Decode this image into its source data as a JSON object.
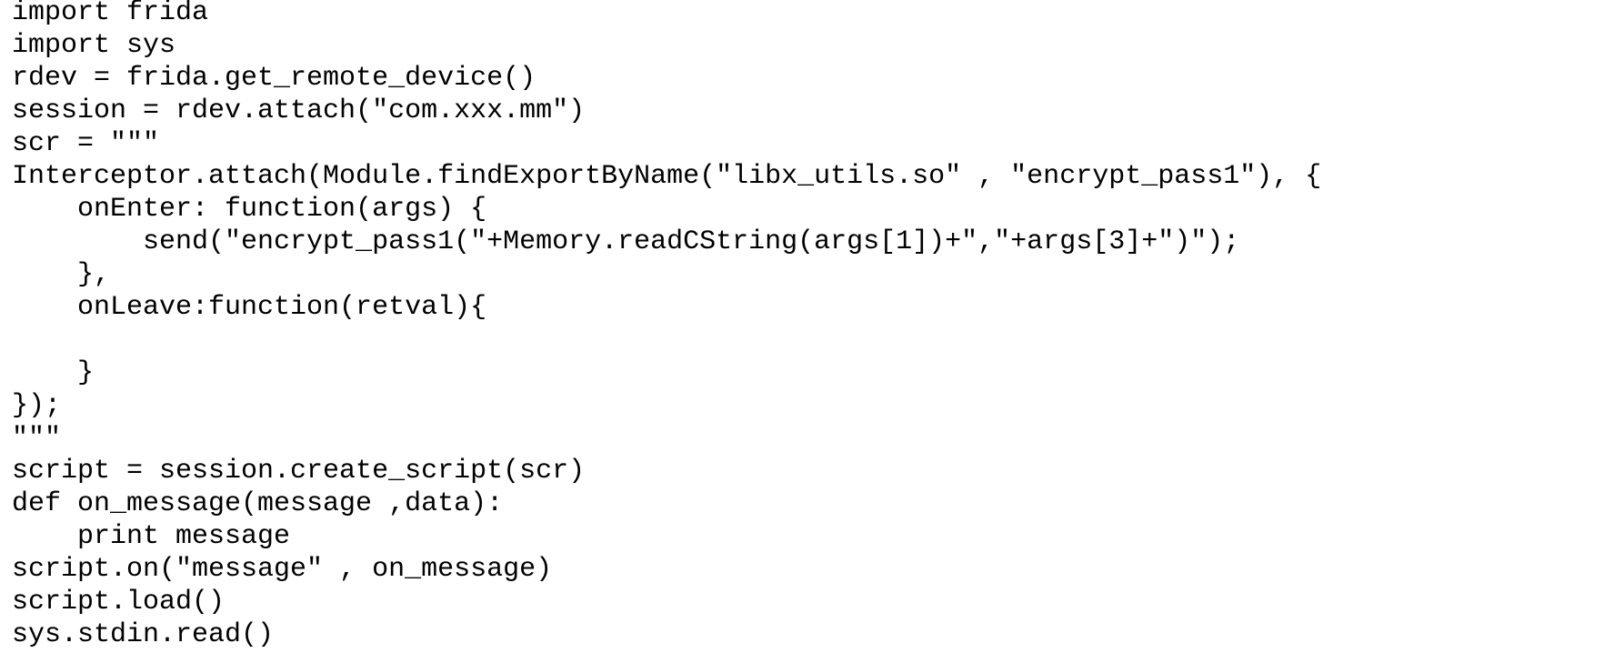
{
  "code": {
    "lines": [
      "import frida",
      "import sys",
      "rdev = frida.get_remote_device()",
      "session = rdev.attach(\"com.xxx.mm\")",
      "scr = \"\"\"",
      "Interceptor.attach(Module.findExportByName(\"libx_utils.so\" , \"encrypt_pass1\"), {",
      "    onEnter: function(args) {",
      "        send(\"encrypt_pass1(\"+Memory.readCString(args[1])+\",\"+args[3]+\")\");",
      "    },",
      "    onLeave:function(retval){",
      "",
      "    }",
      "});",
      "\"\"\"",
      "script = session.create_script(scr)",
      "def on_message(message ,data):",
      "    print message",
      "script.on(\"message\" , on_message)",
      "script.load()",
      "sys.stdin.read()"
    ]
  }
}
